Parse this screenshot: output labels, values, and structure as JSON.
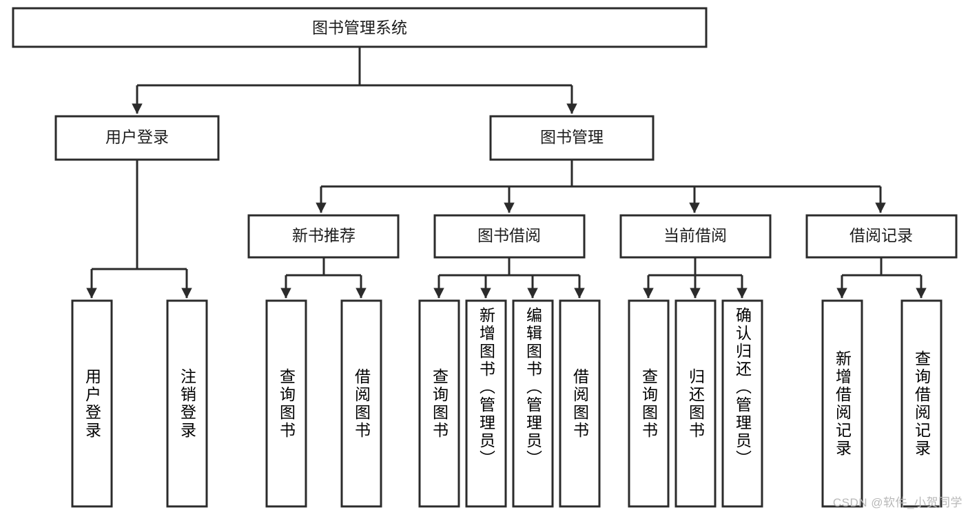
{
  "diagram": {
    "type": "tree-hierarchy-chart",
    "title": "图书管理系统",
    "orientation": "top-down",
    "colors": {
      "box_stroke": "#2b2b2b",
      "box_fill": "#ffffff",
      "connector": "#2b2b2b",
      "text": "#1c1c1c",
      "background": "#ffffff",
      "watermark": "#b8b8b8"
    },
    "root": {
      "label": "图书管理系统",
      "name": "node-root-library-management-system"
    },
    "level2": [
      {
        "label": "用户登录",
        "name": "node-user-login"
      },
      {
        "label": "图书管理",
        "name": "node-book-management"
      }
    ],
    "level3": [
      {
        "label": "新书推荐",
        "name": "node-new-book-recommendation"
      },
      {
        "label": "图书借阅",
        "name": "node-book-borrowing"
      },
      {
        "label": "当前借阅",
        "name": "node-current-borrowing"
      },
      {
        "label": "借阅记录",
        "name": "node-borrowing-records"
      }
    ],
    "leaves": {
      "user_login": [
        {
          "label": "用户登录",
          "name": "leaf-user-login"
        },
        {
          "label": "注销登录",
          "name": "leaf-logout"
        }
      ],
      "new_book_recommendation": [
        {
          "label": "查询图书",
          "name": "leaf-query-books-recommend"
        },
        {
          "label": "借阅图书",
          "name": "leaf-borrow-books-recommend"
        }
      ],
      "book_borrowing": [
        {
          "label": "查询图书",
          "name": "leaf-query-books-borrow"
        },
        {
          "label": "新增图书（管理员）",
          "name": "leaf-add-book-admin"
        },
        {
          "label": "编辑图书（管理员）",
          "name": "leaf-edit-book-admin"
        },
        {
          "label": "借阅图书",
          "name": "leaf-borrow-books"
        }
      ],
      "current_borrowing": [
        {
          "label": "查询图书",
          "name": "leaf-query-books-current"
        },
        {
          "label": "归还图书",
          "name": "leaf-return-books"
        },
        {
          "label": "确认归还（管理员）",
          "name": "leaf-confirm-return-admin"
        }
      ],
      "borrowing_records": [
        {
          "label": "新增借阅记录",
          "name": "leaf-add-borrow-record"
        },
        {
          "label": "查询借阅记录",
          "name": "leaf-query-borrow-record"
        }
      ]
    }
  },
  "watermark": {
    "text": "CSDN @软件_小贺同学"
  }
}
